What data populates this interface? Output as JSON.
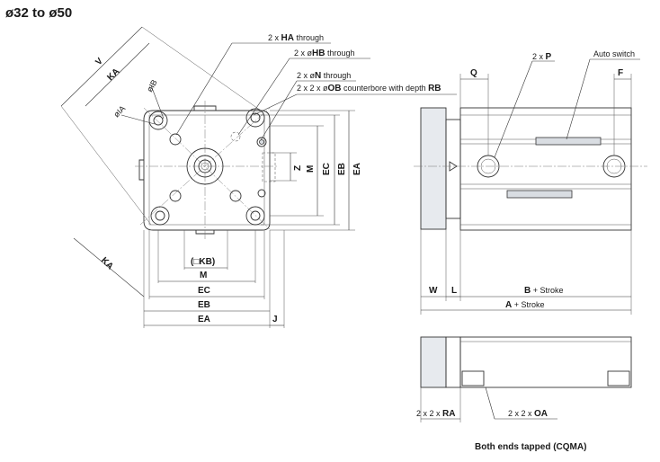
{
  "title": "ø32 to ø50",
  "front_view": {
    "callouts": {
      "ha": {
        "prefix": "2 x ",
        "code": "HA",
        "suffix": " through"
      },
      "hb": {
        "prefix": "2 x ø",
        "code": "HB",
        "suffix": " through"
      },
      "n": {
        "prefix": "2 x ø",
        "code": "N",
        "suffix": " through"
      },
      "ob": {
        "prefix": "2 x 2 x ø",
        "code": "OB",
        "suffix": " counterbore with depth ",
        "code2": "RB"
      }
    },
    "diag_labels": {
      "v": "V",
      "ka_top": "KA",
      "ib": "øIB",
      "ia": "øIA",
      "ka_bottom": "KA"
    },
    "right_dims": {
      "z": "Z",
      "m": "M",
      "ec": "EC",
      "eb": "EB",
      "ea": "EA"
    },
    "bottom_dims": {
      "kb": "(□KB)",
      "m": "M",
      "ec": "EC",
      "eb": "EB",
      "ea": "EA",
      "j": "J"
    }
  },
  "side_view": {
    "labels": {
      "q": "Q",
      "p": {
        "prefix": "2 x ",
        "code": "P"
      },
      "auto_switch": "Auto switch",
      "f": "F",
      "w": "W",
      "l": "L",
      "b_stroke": {
        "code": "B",
        "suffix": " + Stroke"
      },
      "a_stroke": {
        "code": "A",
        "suffix": " + Stroke"
      }
    }
  },
  "bottom_view": {
    "labels": {
      "ra": {
        "prefix": "2 x 2 x ",
        "code": "RA"
      },
      "oa": {
        "prefix": "2 x 2 x ",
        "code": "OA"
      }
    },
    "caption": "Both ends tapped (CQMA)"
  }
}
